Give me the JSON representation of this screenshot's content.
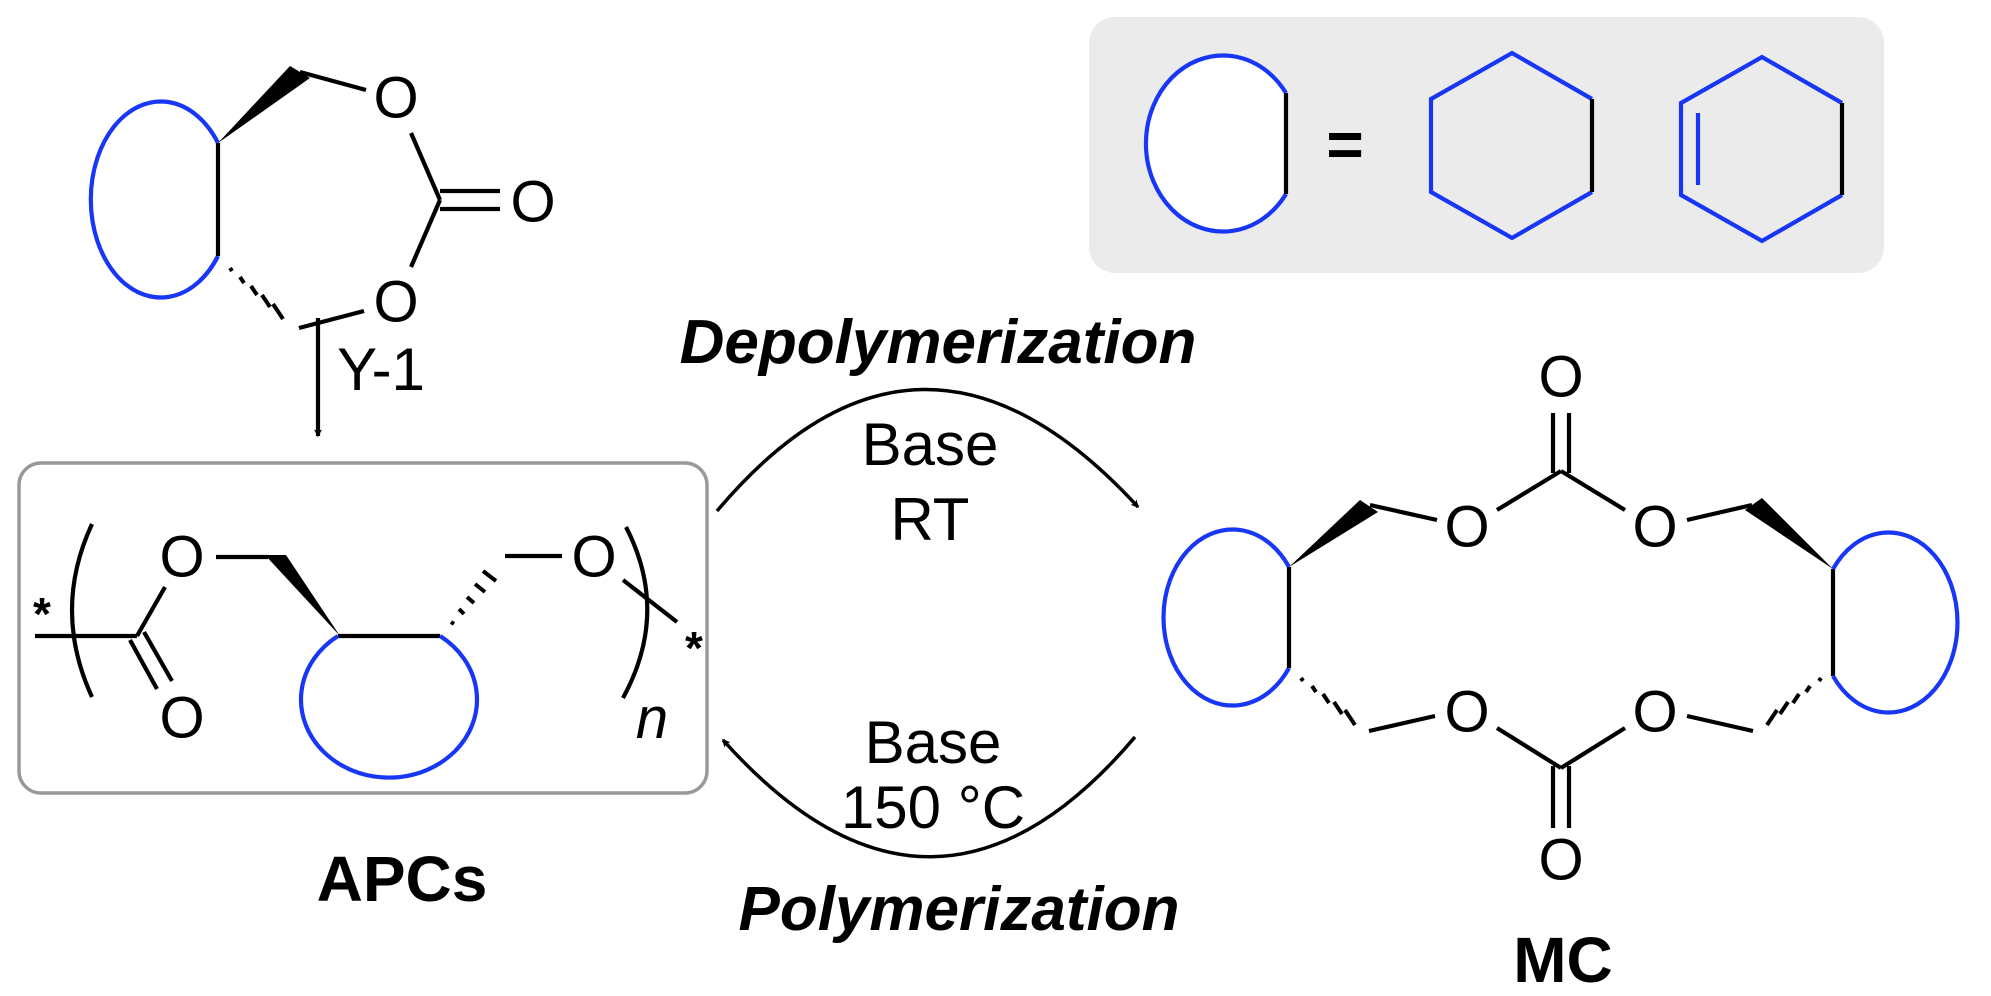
{
  "colors": {
    "ring_highlight": "#1836f5",
    "legend_background": "#ebebeb",
    "polymer_box_border": "#999999",
    "text": "#000000"
  },
  "monomer": {
    "atoms": {
      "o_ring_top": "O",
      "o_carbonyl": "O",
      "o_ring_bottom": "O"
    },
    "reagent_label": "Y-1"
  },
  "legend": {
    "equals": "=",
    "ring_options": [
      "cyclohexane",
      "cyclohexene"
    ]
  },
  "polymer": {
    "name": "APCs",
    "atoms": {
      "o_ester": "O",
      "o_carbonyl": "O",
      "o_right": "O"
    },
    "end_group_left": "*",
    "end_group_right": "*",
    "repeat_subscript": "n"
  },
  "depolymerization": {
    "label": "Depolymerization",
    "condition_line1": "Base",
    "condition_line2": "RT"
  },
  "polymerization": {
    "label": "Polymerization",
    "condition_line1": "Base",
    "condition_line2": "150 °C"
  },
  "macrocycle": {
    "name": "MC",
    "atoms": {
      "o_top_carbonyl": "O",
      "o_top_left": "O",
      "o_top_right": "O",
      "o_bottom_left": "O",
      "o_bottom_right": "O",
      "o_bottom_carbonyl": "O"
    }
  }
}
